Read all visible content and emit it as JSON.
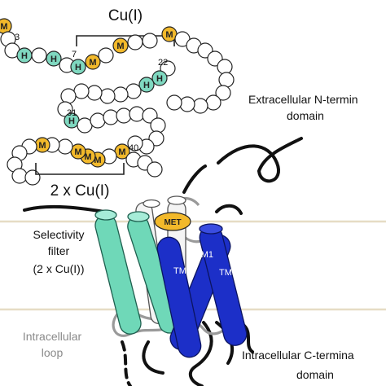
{
  "labels": {
    "cu_top": "Cu(I)",
    "cu_bottom": "2 x Cu(I)",
    "extracellular_line1": "Extracellular N-termin",
    "extracellular_line2": "domain",
    "selectivity_line1": "Selectivity",
    "selectivity_line2": "filter",
    "selectivity_line3": "(2 x Cu(I))",
    "intracellular_loop_line1": "Intracellular",
    "intracellular_loop_line2": "loop",
    "intracellular_c_line1": "Intracellular C-termina",
    "intracellular_c_line2": "domain",
    "met_label": "MET",
    "tm1": "TM1",
    "tm2": "TM2",
    "tm3": "TM3"
  },
  "residue_numbers": {
    "n3": "3",
    "n7": "7",
    "n22": "22",
    "n31": "31",
    "n40": "40"
  },
  "residue_letters": {
    "his": "H",
    "met": "M"
  },
  "colors": {
    "methionine": "#f2b92b",
    "histidine": "#7fd8c0",
    "plain_residue": "#ffffff",
    "helix_teal": "#6fd8b8",
    "helix_blue": "#1c2fc8",
    "helix_white": "#f4f4f4",
    "loop_gray": "#9a9a9a",
    "membrane_line": "#e6dcc4"
  }
}
